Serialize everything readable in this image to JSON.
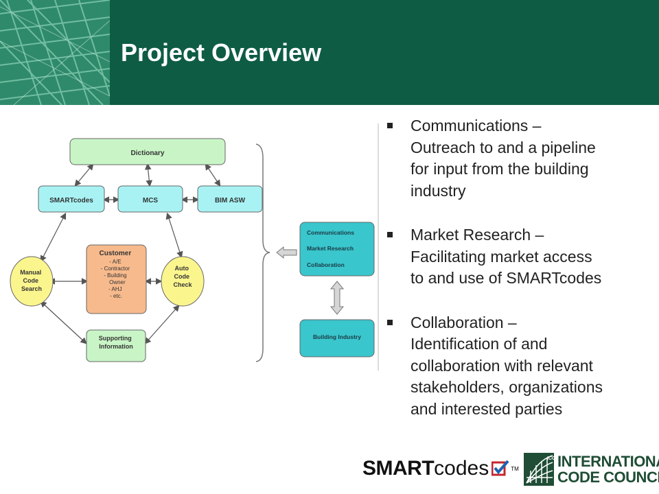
{
  "slide": {
    "title": "Project Overview"
  },
  "diagram": {
    "boxes": {
      "dictionary": "Dictionary",
      "smartcodes": "SMARTcodes",
      "mcs": "MCS",
      "bim_asw": "BIM ASW",
      "manual_code_search": [
        "Manual",
        "Code",
        "Search"
      ],
      "customer_title": "Customer",
      "customer_items": [
        "- A/E",
        "- Contractor",
        "- Building",
        "Owner",
        "- AHJ",
        "- etc."
      ],
      "auto_code_check": [
        "Auto",
        "Code",
        "Check"
      ],
      "supporting_information": [
        "Supporting",
        "Information"
      ],
      "communications_group": [
        "Communications",
        "Market Research",
        "Collaboration"
      ],
      "building_industry": "Building Industry"
    }
  },
  "bullets": [
    {
      "lines": [
        "Communications –",
        "Outreach to and a pipeline",
        "for input from the building",
        "industry"
      ]
    },
    {
      "lines": [
        "Market Research –",
        "Facilitating market access",
        "to and use of SMARTcodes"
      ]
    },
    {
      "lines": [
        "Collaboration –",
        "Identification of and",
        "collaboration with relevant",
        "stakeholders, organizations",
        "and interested parties"
      ]
    }
  ],
  "logos": {
    "smart_bold": "SMART",
    "smart_light": "codes",
    "tm": "TM",
    "icc_line1": "INTERNATIONAL",
    "icc_line2": "CODE COUNCIL",
    "icc_badge": "ICC"
  },
  "colors": {
    "header_green": "#0f5c45",
    "box_green": "#c9f5c6",
    "box_cyan": "#a8f2f4",
    "box_yellow": "#fbf58e",
    "box_orange": "#f7ba8c",
    "box_teal": "#39c6cc"
  }
}
